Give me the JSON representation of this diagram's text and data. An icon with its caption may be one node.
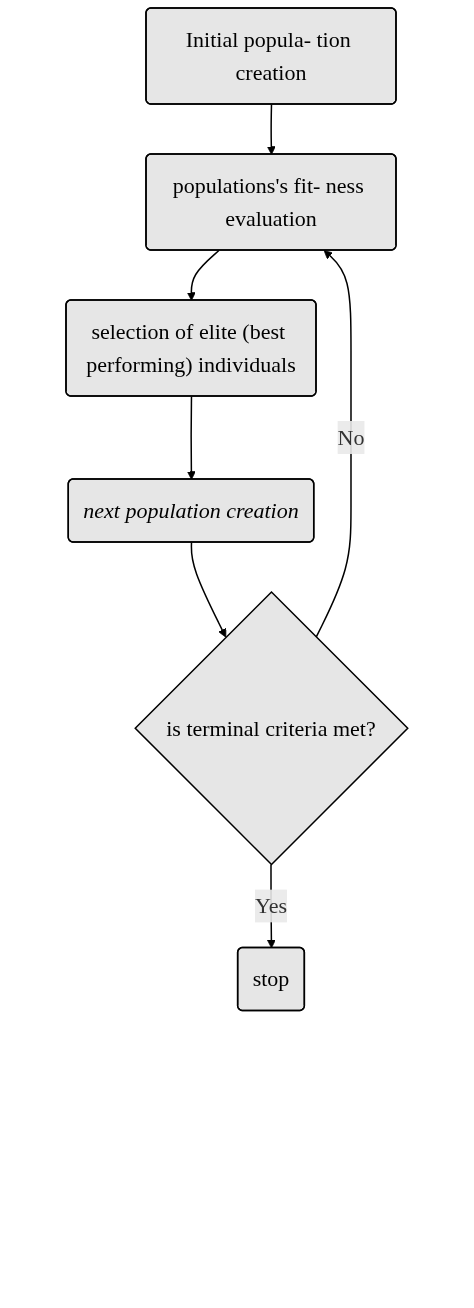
{
  "diagram": {
    "nodes": [
      {
        "text": [
          "Initial popula- tion creation"
        ]
      },
      {
        "text": [
          "populations's fit- ness evaluation"
        ]
      },
      {
        "text": [
          "selection of elite (best performing) individuals"
        ]
      },
      {
        "text": [
          "next population creation"
        ]
      },
      {
        "text": [
          "is terminal criteria met?"
        ]
      },
      {
        "text": [
          "stop"
        ]
      }
    ],
    "edges": [
      {
        "from": 0,
        "to": 1,
        "arrow": "to"
      },
      {
        "from": 1,
        "to": 2,
        "arrow": "to"
      },
      {
        "from": 2,
        "to": 3,
        "arrow": "to"
      },
      {
        "from": 3,
        "to": 4,
        "arrow": "to"
      },
      {
        "from": 4,
        "to": 1,
        "arrow": "to",
        "label": "No"
      },
      {
        "from": 4,
        "to": 5,
        "arrow": "to",
        "label": "Yes"
      }
    ]
  }
}
